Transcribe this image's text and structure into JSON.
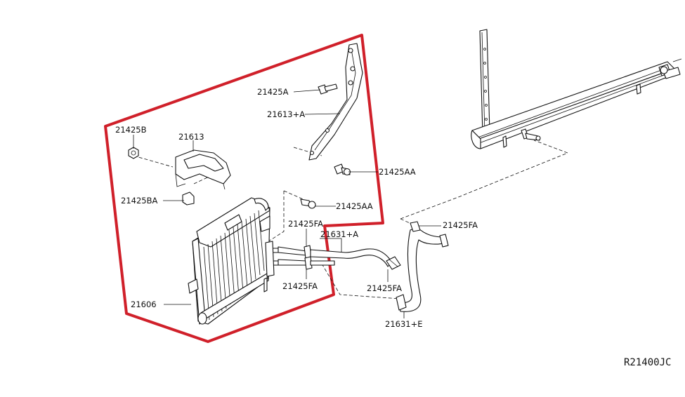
{
  "diagram": {
    "highlight_color": "#d0202a",
    "labels": {
      "bolt_top": "21425A",
      "bracket_upper": "21613+A",
      "nut_left": "21425B",
      "cover": "21613",
      "bolt_mid_upper": "21425AA",
      "clip_left": "21425BA",
      "bolt_mid_lower": "21425AA",
      "clamp_upper": "21425FA",
      "hose_upper": "21631+A",
      "clamp_right": "21425FA",
      "clamp_lower": "21425FA",
      "clamp_hose_end": "21425FA",
      "cooler": "21606",
      "hose_lower": "21631+E"
    },
    "reference_code": "R21400JC"
  }
}
